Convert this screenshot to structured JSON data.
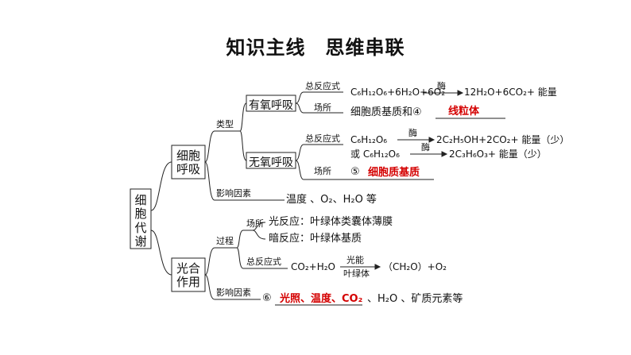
{
  "title": "知识主线　思维串联",
  "root": "细胞代谢",
  "respiration": {
    "label": "细胞呼吸",
    "type_label": "类型",
    "aerobic": {
      "label": "有氧呼吸",
      "eq_label": "总反应式",
      "eq_left": "C₆H₁₂O₆+6H₂O+6O₂",
      "enzyme": "酶",
      "eq_right": "12H₂O+6CO₂+ 能量",
      "site_label": "场所",
      "site_text": "细胞质基质和④",
      "answer4": "线粒体"
    },
    "anaerobic": {
      "label": "无氧呼吸",
      "eq_label": "总反应式",
      "eq1_left": "C₆H₁₂O₆",
      "enzyme": "酶",
      "eq1_right": "2C₂H₅OH+2CO₂+ 能量（少）",
      "eq2_prefix": "或 C₆H₁₂O₆",
      "eq2_right": "2C₃H₆O₃+ 能量（少）",
      "site_label": "场所",
      "num5": "⑤",
      "answer5": "细胞质基质"
    },
    "factors_label": "影响因素",
    "factors_text": "温度 、O₂、H₂O 等"
  },
  "photosynthesis": {
    "label": "光合作用",
    "process_label": "过程",
    "site_label": "场所",
    "light_reaction": "光反应：叶绿体类囊体薄膜",
    "dark_reaction": "暗反应：叶绿体基质",
    "eq_label": "总反应式",
    "eq_left": "CO₂+H₂O",
    "cond_top": "光能",
    "cond_bottom": "叶绿体",
    "eq_right": "（CH₂O）+O₂",
    "factors_label": "影响因素",
    "num6": "⑥",
    "answer6": "光照、温度、CO₂",
    "factors_rest": "、H₂O 、矿质元素等"
  }
}
